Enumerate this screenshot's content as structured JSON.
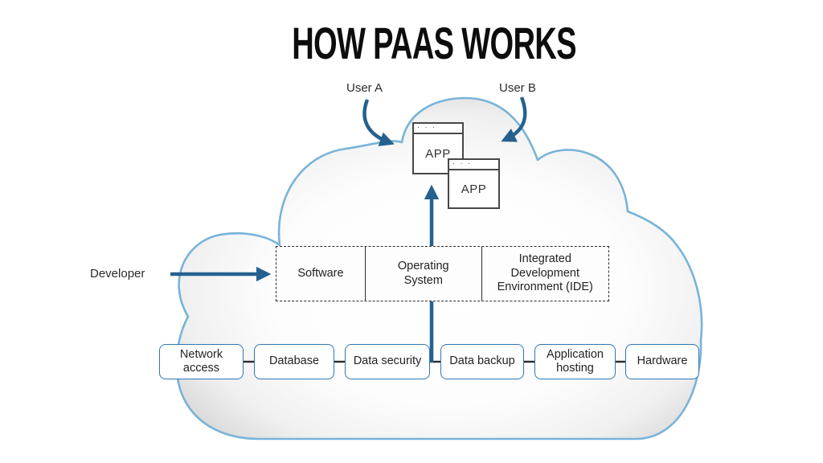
{
  "title": "HOW PAAS WORKS",
  "users": {
    "user_a": "User A",
    "user_b": "User B"
  },
  "developer_label": "Developer",
  "app_windows": [
    {
      "label": "APP",
      "controls": "· · ·"
    },
    {
      "label": "APP",
      "controls": "· · ·"
    }
  ],
  "platform_box": {
    "cells": [
      "Software",
      "Operating System",
      "Integrated Development Environment (IDE)"
    ]
  },
  "infrastructure": {
    "boxes": [
      "Network access",
      "Database",
      "Data security",
      "Data backup",
      "Application hosting",
      "Hardware"
    ]
  },
  "colors": {
    "arrow_blue": "#25618f",
    "cloud_outline": "#79b3d8",
    "infra_box_border": "#2f76b5",
    "window_border": "#474747",
    "text": "#2b2b2b"
  }
}
